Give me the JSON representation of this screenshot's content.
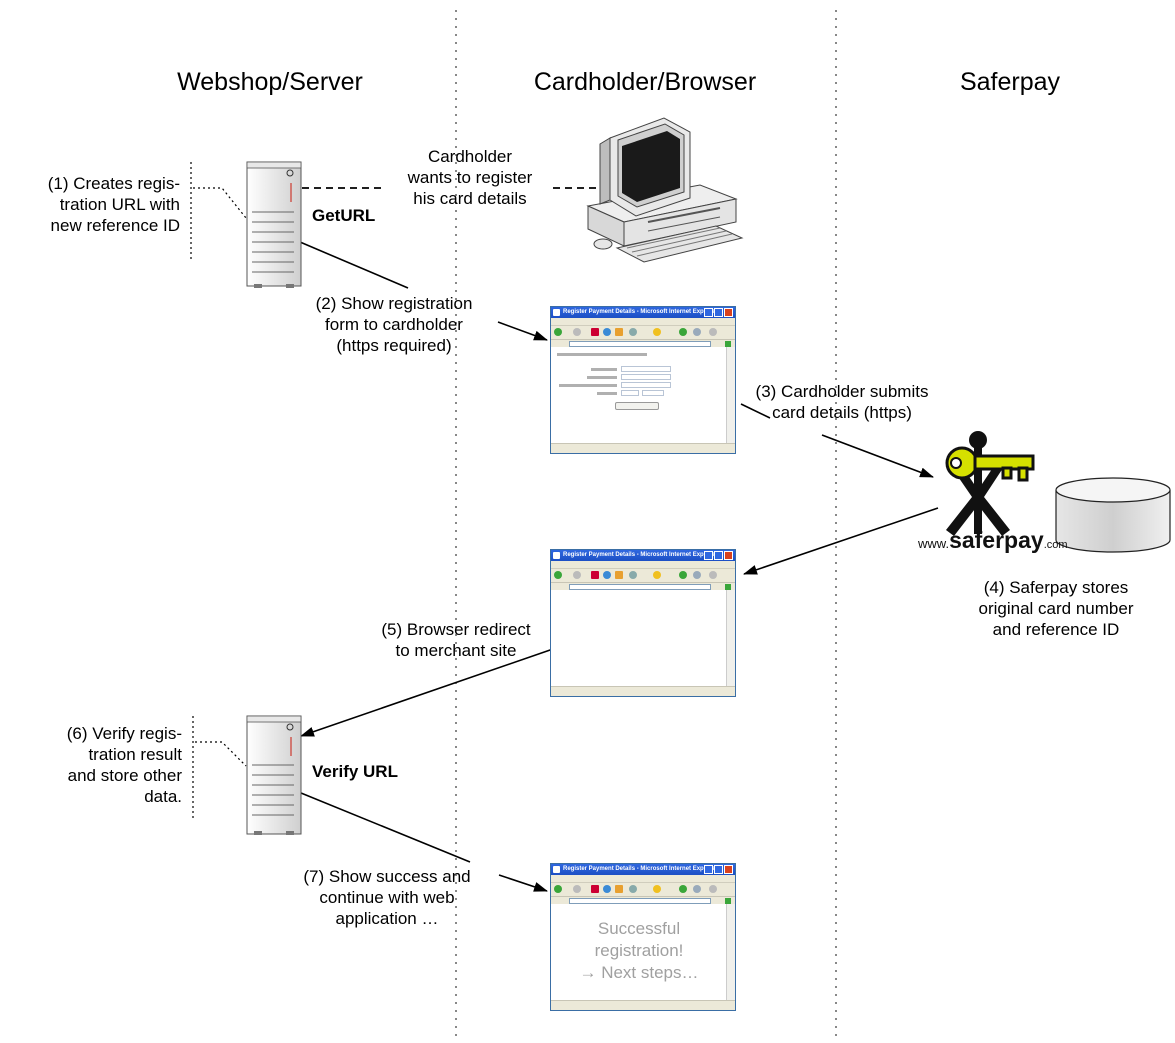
{
  "lanes": {
    "webshop": "Webshop/Server",
    "cardholder": "Cardholder/Browser",
    "saferpay": "Saferpay"
  },
  "steps": {
    "s1": [
      "(1) Creates regis-",
      "tration URL with",
      "new reference ID"
    ],
    "cardholder_note": [
      "Cardholder",
      "wants to register",
      "his card details"
    ],
    "geturl": "GetURL",
    "s2": [
      "(2) Show registration",
      "form to cardholder",
      "(https required)"
    ],
    "s3": [
      "(3) Cardholder submits",
      "card details (https)"
    ],
    "s4": [
      "(4) Saferpay stores",
      "original card number",
      "and reference ID"
    ],
    "s5": [
      "(5) Browser redirect",
      "to merchant site"
    ],
    "s6": [
      "(6) Verify regis-",
      "tration result",
      "and store other",
      "data."
    ],
    "verify": "Verify URL",
    "s7": [
      "(7) Show success and",
      "continue with web",
      "application …"
    ]
  },
  "browser": {
    "title": "Register Payment Details - Microsoft Internet Explorer",
    "success": [
      "Successful",
      "registration!",
      "→ Next steps…"
    ]
  },
  "logo": {
    "prefix": "www.",
    "name": "saferpay",
    "suffix": ".com"
  },
  "colors": {
    "key_yellow": "#d6e000",
    "arrow": "#000000",
    "lane_divider": "#888888"
  }
}
